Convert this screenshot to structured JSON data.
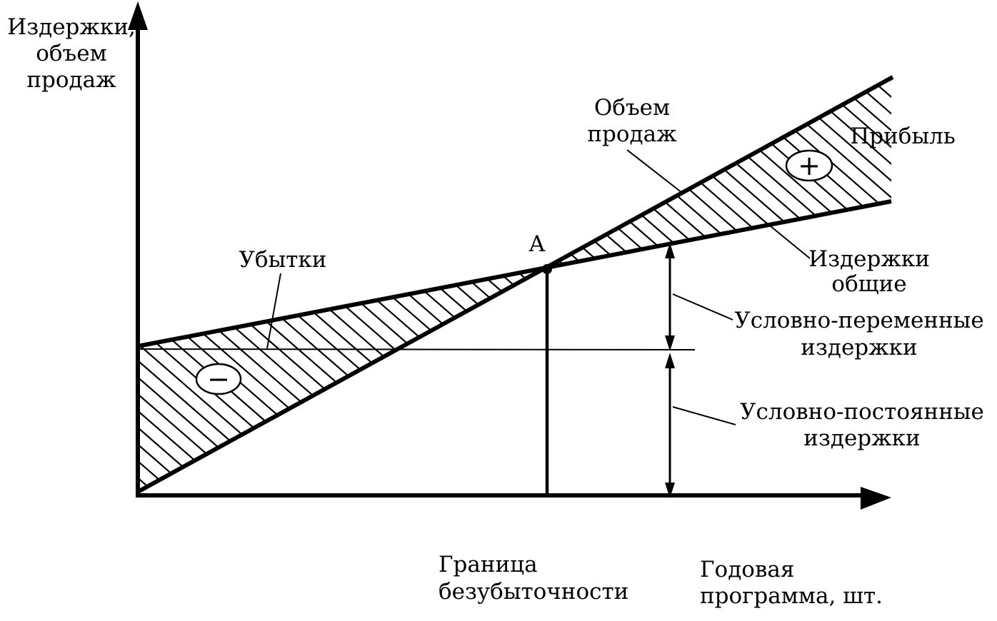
{
  "axes": {
    "y_label": [
      "Издержки,",
      "объем",
      "продаж"
    ],
    "x_label": [
      "Годовая",
      "программа, шт."
    ]
  },
  "lines": {
    "sales": [
      "Объем",
      "продаж"
    ],
    "total_costs": [
      "Издержки",
      "общие"
    ],
    "variable_costs": [
      "Условно-переменные",
      "издержки"
    ],
    "fixed_costs": [
      "Условно-постоянные",
      "издержки"
    ]
  },
  "regions": {
    "profit": "Прибыль",
    "loss": "Убытки",
    "plus_sign": "+",
    "minus_sign": "−"
  },
  "breakeven": {
    "point_label": "A",
    "boundary_label": [
      "Граница",
      "безубыточности"
    ]
  },
  "colors": {
    "ink": "#000000",
    "background": "#ffffff"
  }
}
